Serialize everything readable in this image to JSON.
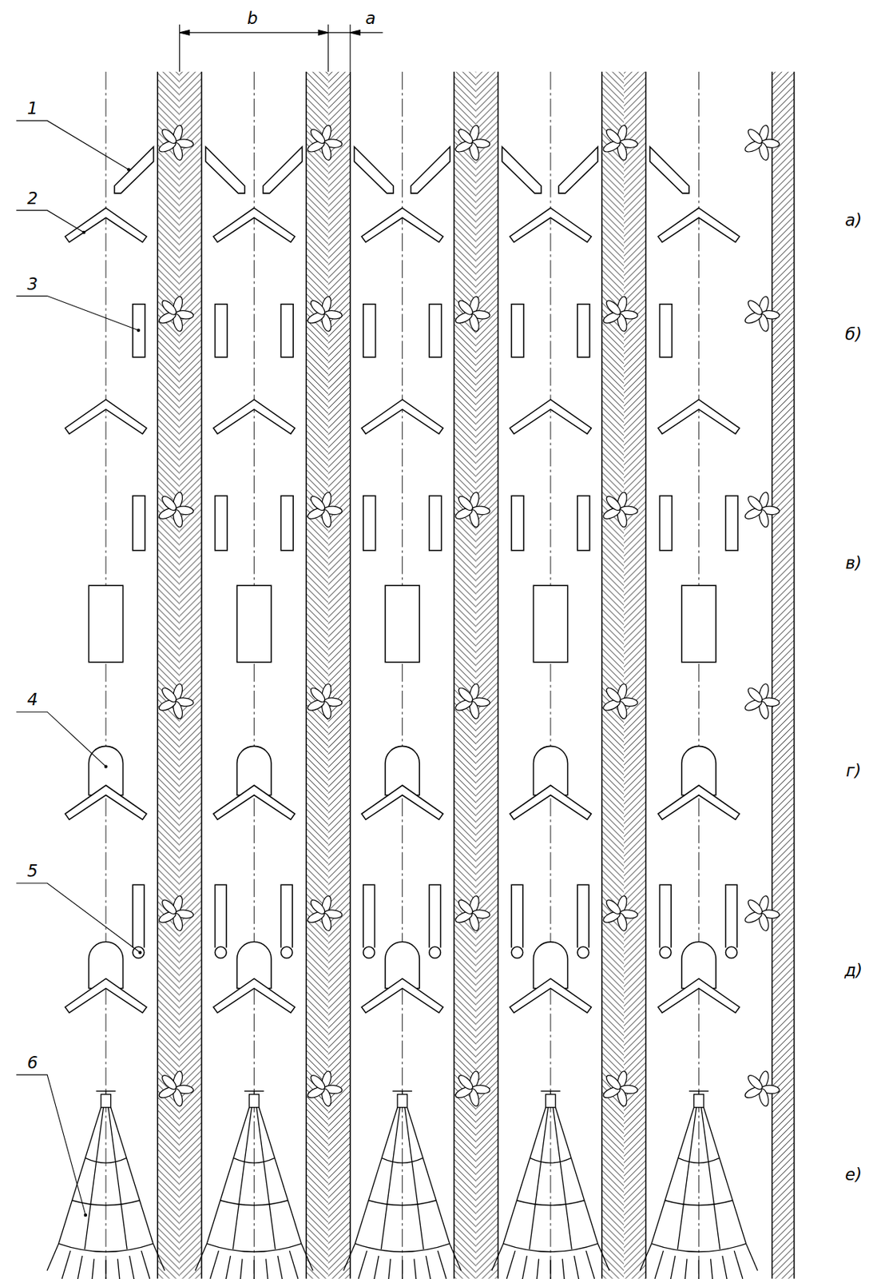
{
  "diagram": {
    "labels": [
      "b",
      "a",
      "1",
      "2",
      "3",
      "4",
      "5",
      "6",
      "а)",
      "б)",
      "в)",
      "г)",
      "д)",
      "е)"
    ]
  }
}
